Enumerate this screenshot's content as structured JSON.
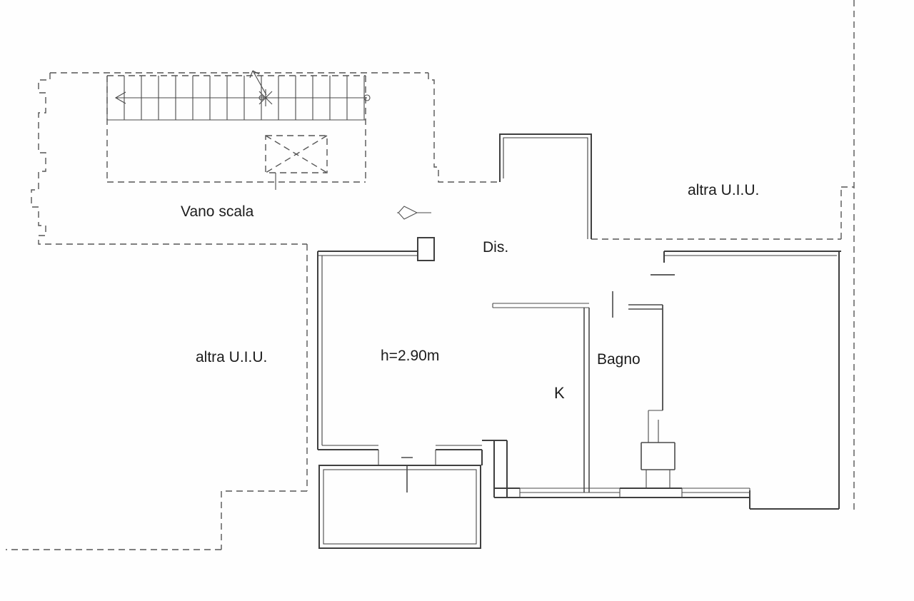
{
  "plan": {
    "labels": {
      "vano_scala": "Vano scala",
      "altra_uiu_top": "altra U.I.U.",
      "altra_uiu_left": "altra U.I.U.",
      "dis": "Dis.",
      "room_height": "h=2.90m",
      "bagno": "Bagno",
      "kitchen": "K"
    },
    "symbols": {
      "stair_direction": "stair-direction-arrow",
      "section_marker": "section-marker",
      "landing_cross": "crossed-box"
    },
    "colors": {
      "wall_line": "#3f3f3f",
      "dashed_line": "#555555",
      "background": "#fefefe",
      "text": "#1c1c1c"
    }
  }
}
